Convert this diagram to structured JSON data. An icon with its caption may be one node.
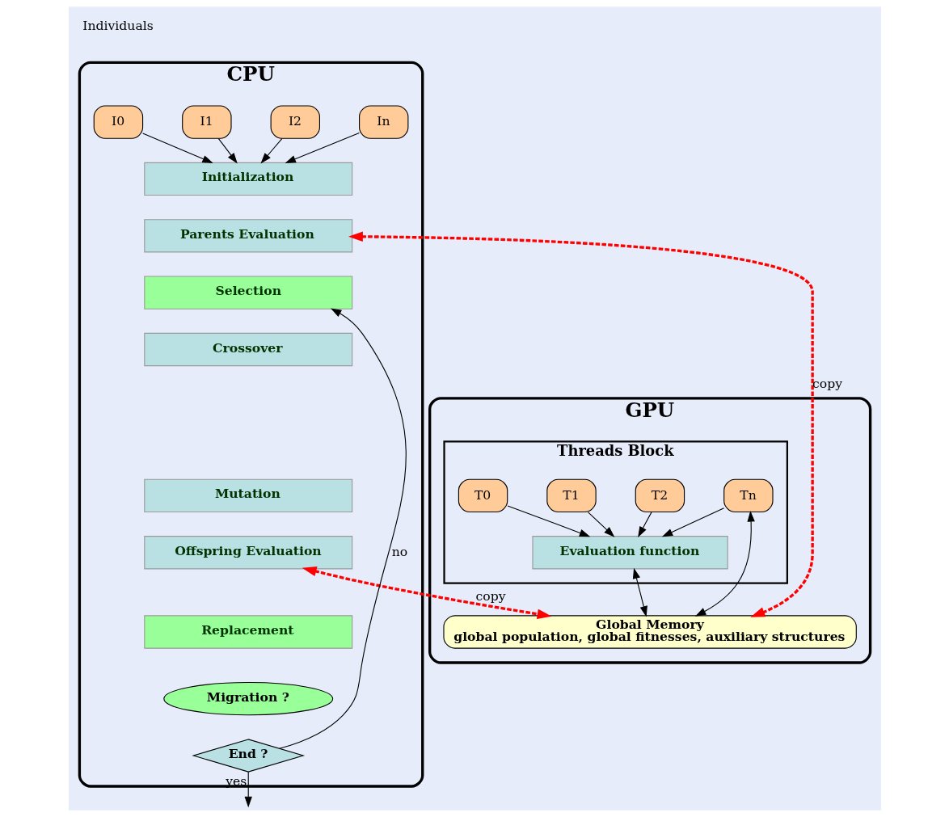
{
  "diagram": {
    "nodes": [
      {
        "text": [
          "CPU"
        ]
      },
      {
        "text": [
          "I0"
        ],
        "in": 0
      },
      {
        "text": [
          "I1"
        ],
        "in": 0
      },
      {
        "text": [
          "I2"
        ],
        "in": 0
      },
      {
        "text": [
          "In"
        ],
        "in": 0
      },
      {
        "text": [
          "Initialization"
        ],
        "in": 0
      },
      {
        "text": [
          "Parents Evaluation"
        ],
        "in": 0
      },
      {
        "text": [
          "Selection"
        ],
        "in": 0
      },
      {
        "text": [
          "Crossover"
        ],
        "in": 0
      },
      {
        "text": [
          "Mutation"
        ],
        "in": 0
      },
      {
        "text": [
          "Offspring Evaluation"
        ],
        "in": 0
      },
      {
        "text": [
          "Replacement"
        ],
        "in": 0
      },
      {
        "text": [
          "Migration ?"
        ],
        "in": 0
      },
      {
        "text": [
          "End ?"
        ],
        "in": 0
      },
      {
        "text": [
          "GPU"
        ]
      },
      {
        "text": [
          "Threads Block"
        ],
        "in": 14
      },
      {
        "text": [
          "T0"
        ],
        "in": 15
      },
      {
        "text": [
          "T1"
        ],
        "in": 15
      },
      {
        "text": [
          "T2"
        ],
        "in": 15
      },
      {
        "text": [
          "Tn"
        ],
        "in": 15
      },
      {
        "text": [
          "Evaluation function"
        ],
        "in": 15
      },
      {
        "text": [
          "Global Memory",
          "global population, global fitnesses, auxiliary structures"
        ],
        "in": 14
      }
    ],
    "edges": [
      {
        "from": 1,
        "to": 5,
        "arrow": "to"
      },
      {
        "from": 2,
        "to": 5,
        "arrow": "to"
      },
      {
        "from": 3,
        "to": 5,
        "arrow": "to"
      },
      {
        "from": 4,
        "to": 5,
        "arrow": "to"
      },
      {
        "from": 13,
        "to": 7,
        "arrow": "to",
        "label": "no"
      },
      {
        "from": 13,
        "to": null,
        "arrow": "to",
        "label": "yes"
      },
      {
        "from": 6,
        "to": 21,
        "arrow": "both",
        "label": "copy",
        "style": "dashed",
        "color": "#ff0000"
      },
      {
        "from": 10,
        "to": 21,
        "arrow": "both",
        "label": "copy",
        "style": "dashed",
        "color": "#ff0000"
      },
      {
        "from": 16,
        "to": 20,
        "arrow": "to"
      },
      {
        "from": 17,
        "to": 20,
        "arrow": "to"
      },
      {
        "from": 18,
        "to": 20,
        "arrow": "to"
      },
      {
        "from": 19,
        "to": 20,
        "arrow": "to"
      },
      {
        "from": 19,
        "to": 21,
        "arrow": "both"
      },
      {
        "from": 20,
        "to": 21,
        "arrow": "both"
      }
    ],
    "labels": [
      "Individuals"
    ]
  }
}
